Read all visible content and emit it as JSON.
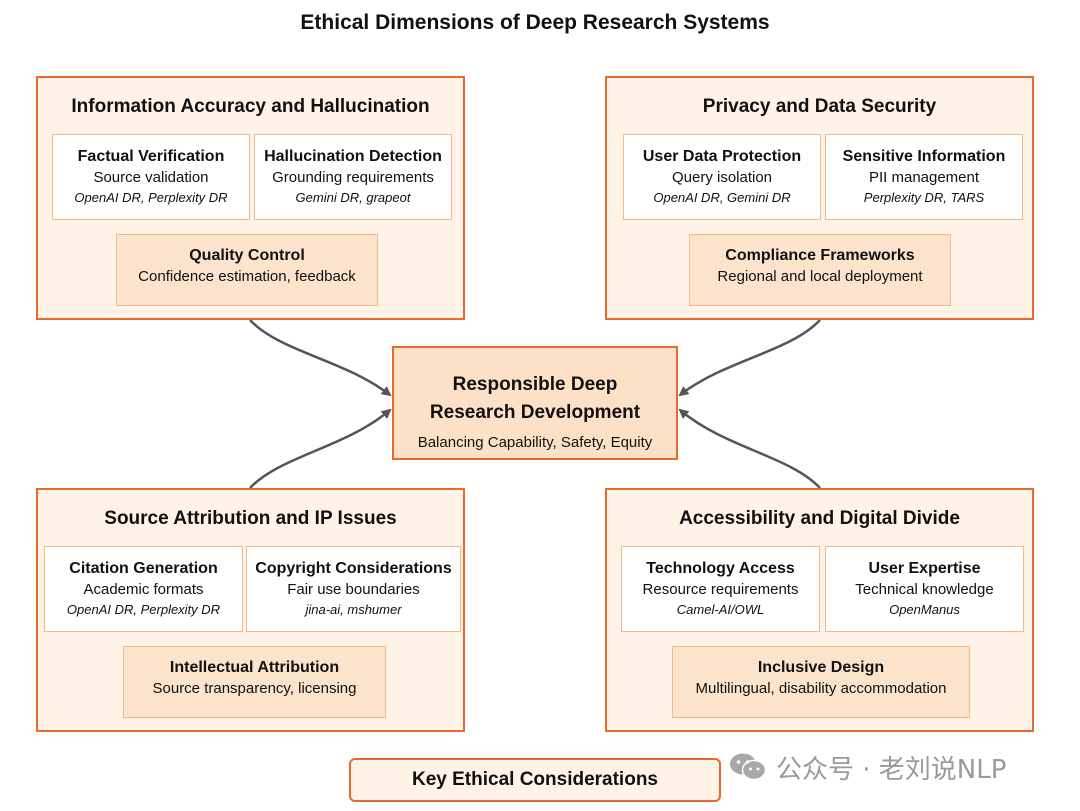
{
  "title": "Ethical Dimensions of Deep Research Systems",
  "center": {
    "title_line1": "Responsible Deep",
    "title_line2": "Research Development",
    "subtitle": "Balancing Capability, Safety, Equity"
  },
  "panels": [
    {
      "title": "Information Accuracy and Hallucination",
      "cards": [
        {
          "heading": "Factual Verification",
          "desc": "Source validation",
          "examples": "OpenAI DR, Perplexity DR"
        },
        {
          "heading": "Hallucination Detection",
          "desc": "Grounding requirements",
          "examples": "Gemini DR, grapeot"
        }
      ],
      "bottom": {
        "heading": "Quality Control",
        "desc": "Confidence estimation, feedback"
      }
    },
    {
      "title": "Privacy and Data Security",
      "cards": [
        {
          "heading": "User Data Protection",
          "desc": "Query isolation",
          "examples": "OpenAI DR, Gemini DR"
        },
        {
          "heading": "Sensitive Information",
          "desc": "PII management",
          "examples": "Perplexity DR, TARS"
        }
      ],
      "bottom": {
        "heading": "Compliance Frameworks",
        "desc": "Regional and local deployment"
      }
    },
    {
      "title": "Source Attribution and IP Issues",
      "cards": [
        {
          "heading": "Citation Generation",
          "desc": "Academic formats",
          "examples": "OpenAI DR, Perplexity DR"
        },
        {
          "heading": "Copyright Considerations",
          "desc": "Fair use boundaries",
          "examples": "jina-ai, mshumer"
        }
      ],
      "bottom": {
        "heading": "Intellectual Attribution",
        "desc": "Source transparency, licensing"
      }
    },
    {
      "title": "Accessibility and Digital Divide",
      "cards": [
        {
          "heading": "Technology Access",
          "desc": "Resource requirements",
          "examples": "Camel-AI/OWL"
        },
        {
          "heading": "User Expertise",
          "desc": "Technical knowledge",
          "examples": "OpenManus"
        }
      ],
      "bottom": {
        "heading": "Inclusive Design",
        "desc": "Multilingual, disability accommodation"
      }
    }
  ],
  "legend": {
    "label": "Key Ethical Considerations"
  },
  "watermark": {
    "text": "公众号 · 老刘说NLP"
  },
  "colors": {
    "accent": "#e8692c",
    "panel_fill": "#fef3e6",
    "card_border": "#f3b98a",
    "subbox_fill": "#fbe3cc",
    "arrow": "#555555"
  }
}
